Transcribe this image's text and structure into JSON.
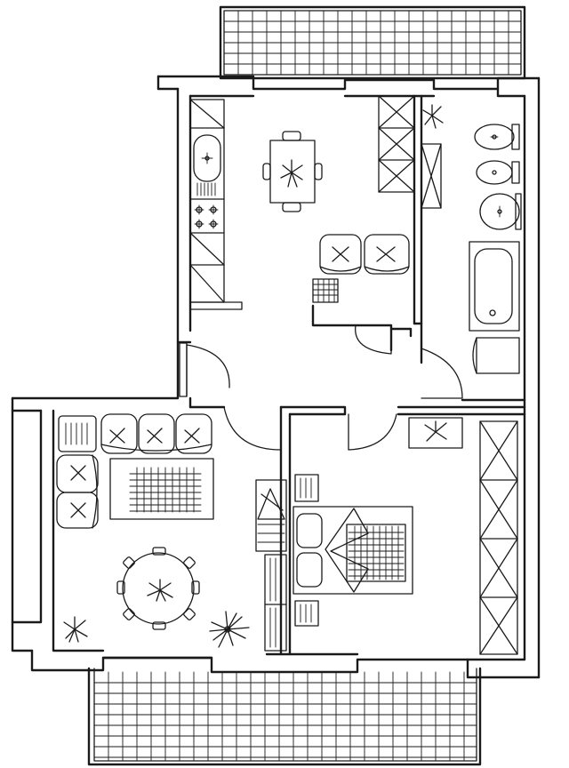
{
  "plan": {
    "style": "hand-drawn floor plan sketch",
    "ink_color": "#1a1a1a",
    "paper_color": "#ffffff",
    "rooms": [
      "kitchen",
      "bathroom",
      "hallway",
      "living-dining-room",
      "bedroom"
    ],
    "balconies": [
      "top-balcony",
      "bottom-balcony"
    ]
  }
}
